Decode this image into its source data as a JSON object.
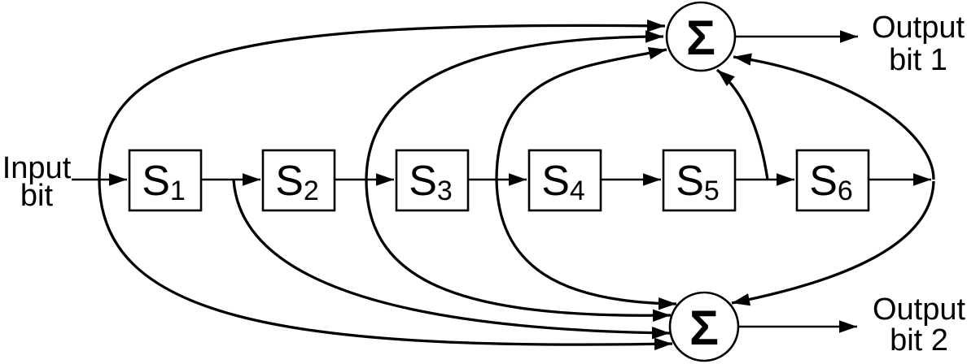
{
  "diagram_type": "convolutional-encoder-block-diagram",
  "labels": {
    "input": {
      "line1": "Input",
      "line2": "bit"
    },
    "output1": {
      "line1": "Output",
      "line2": "bit 1"
    },
    "output2": {
      "line1": "Output",
      "line2": "bit 2"
    }
  },
  "sum_symbol": "Σ",
  "registers": [
    {
      "base": "S",
      "sub": "1"
    },
    {
      "base": "S",
      "sub": "2"
    },
    {
      "base": "S",
      "sub": "3"
    },
    {
      "base": "S",
      "sub": "4"
    },
    {
      "base": "S",
      "sub": "5"
    },
    {
      "base": "S",
      "sub": "6"
    }
  ],
  "connections": {
    "shift_path": [
      "input",
      "S1",
      "S2",
      "S3",
      "S4",
      "S5",
      "S6"
    ],
    "sum1_inputs": [
      "input",
      "S2",
      "S3",
      "S5",
      "S6"
    ],
    "sum1_output": "Output bit 1",
    "sum2_inputs": [
      "input",
      "S1",
      "S2",
      "S3",
      "S6"
    ],
    "sum2_output": "Output bit 2"
  },
  "colors": {
    "stroke": "#000000",
    "background": "#ffffff",
    "box_fill": "#ffffff"
  }
}
